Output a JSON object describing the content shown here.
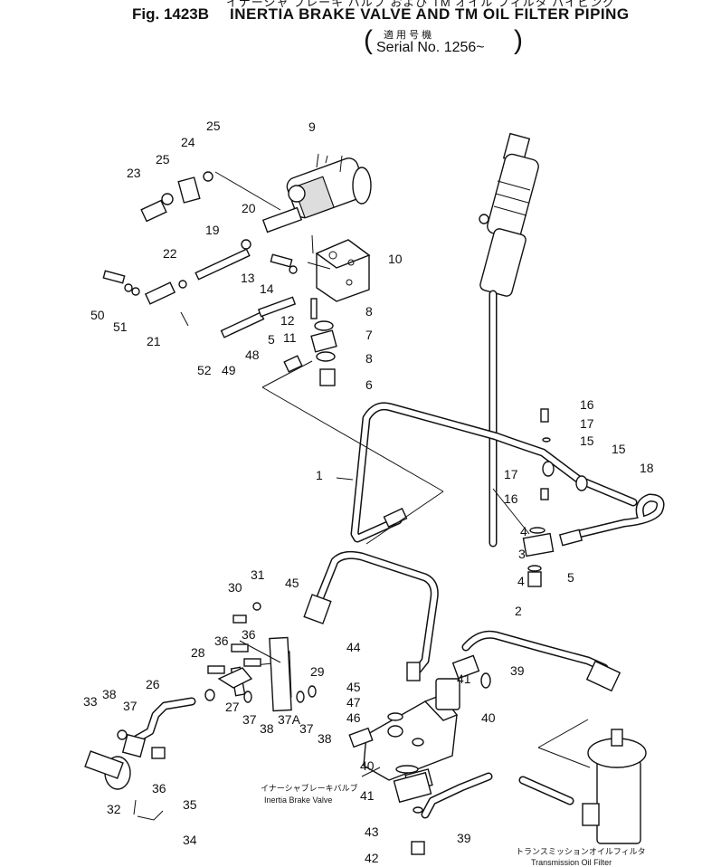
{
  "header": {
    "jp_title": "イナーシャ ブレーキ バルブ および TM オイル フィルタ パイピング",
    "fig_no": "Fig. 1423B",
    "title": "INERTIA BRAKE VALVE AND TM OIL FILTER PIPING",
    "serial_jp": "適 用 号 機",
    "serial": "Serial No. 1256~"
  },
  "captions": {
    "inertia_brake_valve_jp": "イナーシャブレーキバルブ",
    "inertia_brake_valve": "Inertia Brake Valve",
    "transmission_oil_filter_jp": "トランスミッションオイルフィルタ",
    "transmission_oil_filter": "Transmission Oil Filter"
  },
  "callouts": {
    "c1": "1",
    "c2": "2",
    "c3": "3",
    "c4a": "4",
    "c4b": "4",
    "c5a": "5",
    "c5b": "5",
    "c6": "6",
    "c7": "7",
    "c8a": "8",
    "c8b": "8",
    "c9": "9",
    "c10": "10",
    "c11": "11",
    "c12": "12",
    "c13": "13",
    "c14": "14",
    "c15a": "15",
    "c15b": "15",
    "c16a": "16",
    "c16b": "16",
    "c17a": "17",
    "c17b": "17",
    "c18": "18",
    "c19": "19",
    "c20": "20",
    "c21": "21",
    "c22": "22",
    "c23": "23",
    "c24": "24",
    "c25a": "25",
    "c25b": "25",
    "c26": "26",
    "c27": "27",
    "c28": "28",
    "c29": "29",
    "c30": "30",
    "c31": "31",
    "c32": "32",
    "c33": "33",
    "c34": "34",
    "c35": "35",
    "c36a": "36",
    "c36b": "36",
    "c36c": "36",
    "c37a": "37",
    "c37b": "37",
    "c37c": "37",
    "c37A": "37A",
    "c38a": "38",
    "c38b": "38",
    "c38c": "38",
    "c39a": "39",
    "c39b": "39",
    "c40a": "40",
    "c40b": "40",
    "c41a": "41",
    "c41b": "41",
    "c42": "42",
    "c43": "43",
    "c44": "44",
    "c45a": "45",
    "c45b": "45",
    "c46": "46",
    "c47": "47",
    "c48": "48",
    "c49": "49",
    "c50": "50",
    "c51": "51",
    "c52": "52"
  }
}
